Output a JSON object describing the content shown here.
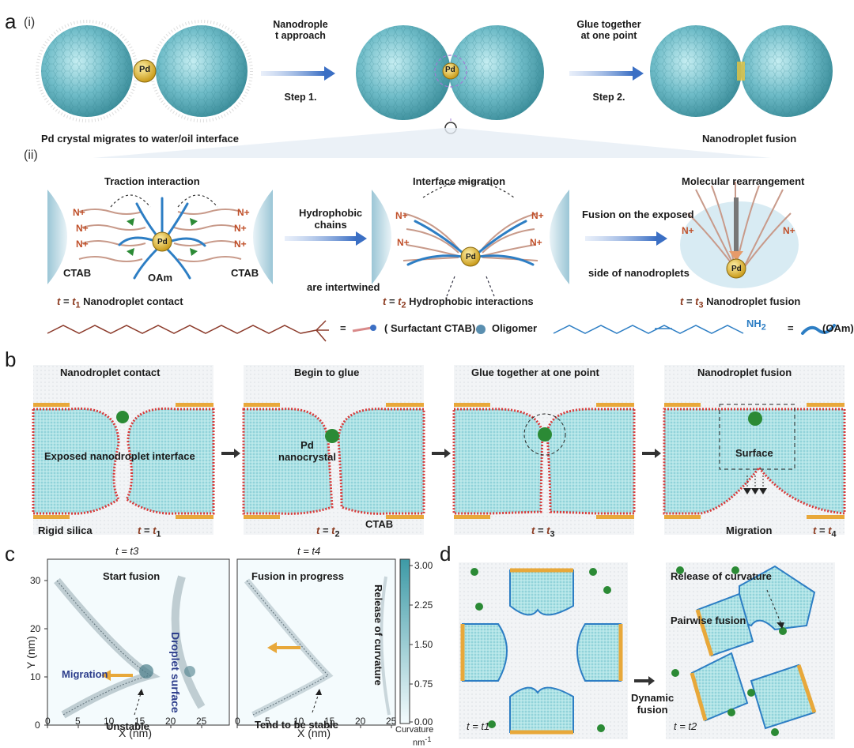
{
  "panel_a": {
    "letter": "a",
    "sub_i": "(i)",
    "sub_ii": "(ii)",
    "step1_line1": "Nanodrople",
    "step1_line2": "t approach",
    "step1_label": "Step 1.",
    "step2_line1": "Glue together",
    "step2_line2": "at one point",
    "step2_label": "Step 2.",
    "pd": "Pd",
    "caption_left": "Pd crystal migrates to water/oil interface",
    "caption_right": "Nanodroplet  fusion",
    "traction": "Traction interaction",
    "interface_migration": "Interface migration",
    "molecular": "Molecular rearrangement",
    "hydrophobic_1": "Hydrophobic",
    "hydrophobic_2": "chains",
    "hydrophobic_3": "are intertwined",
    "fusion_exposed_1": "Fusion on the exposed",
    "fusion_exposed_2": "side of nanodroplets",
    "ctab": "CTAB",
    "oam": "OAm",
    "nplus": "N+",
    "t1_caption": "Nanodroplet  contact",
    "t2_caption": "Hydrophobic  interactions",
    "t3_caption": "Nanodroplet fusion",
    "legend_ctab": "( Surfactant CTAB)",
    "legend_oligomer": "Oligomer",
    "legend_nh2": "NH",
    "legend_oam": "(OAm)",
    "equals": "="
  },
  "panel_b": {
    "letter": "b",
    "title1": "Nanodroplet  contact",
    "title2": "Begin to glue",
    "title3": "Glue together at one point",
    "title4": "Nanodroplet  fusion",
    "exposed": "Exposed nanodroplet interface",
    "pd_nano_1": "Pd",
    "pd_nano_2": "nanocrystal",
    "rigid": "Rigid silica",
    "ctab": "CTAB",
    "surface": "Surface",
    "migration": "Migration"
  },
  "panel_c": {
    "letter": "c",
    "t3": "t = t3",
    "t4": "t = t4",
    "start_fusion": "Start fusion",
    "droplet_surface": "Droplet surface",
    "migration": "Migration",
    "unstable": "Unstable",
    "fusion_progress": "Fusion in progress",
    "release": "Release of curvature",
    "stable": "Tend to be stable",
    "ylabel": "Y (nm)",
    "xlabel": "X (nm)",
    "xticks": [
      "0",
      "5",
      "10",
      "15",
      "20",
      "25"
    ],
    "yticks": [
      "0",
      "10",
      "20",
      "30"
    ],
    "colorbar_ticks": [
      "3.00",
      "2.25",
      "1.50",
      "0.75",
      "0.00"
    ],
    "colorbar_label_1": "Curvature",
    "colorbar_label_2": "nm",
    "colorbar_exp": "-1"
  },
  "panel_d": {
    "letter": "d",
    "release": "Release of curvature",
    "pairwise": "Pairwise fusion",
    "dynamic_1": "Dynamic",
    "dynamic_2": "fusion",
    "t1": "t = t1",
    "t2": "t = t2"
  },
  "colors": {
    "droplet": "#7fc6cf",
    "water": "#aee3e6",
    "ctab_red": "#d83a3a",
    "oam_blue": "#2d7ec4",
    "pd_gold": "#e9c640",
    "silica": "#e8a83a",
    "green": "#2b8a35",
    "arrow_blue": "#3b6fc4"
  }
}
